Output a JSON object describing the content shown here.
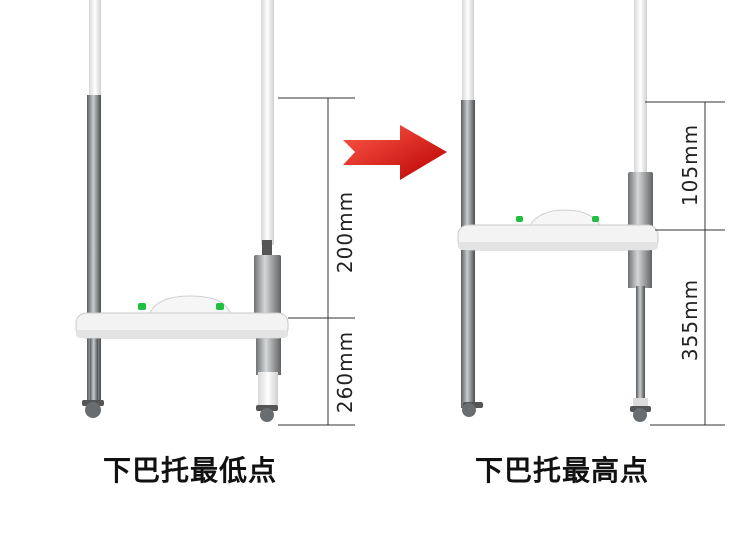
{
  "left_panel": {
    "caption": "下巴托最低点",
    "dim_upper": "200mm",
    "dim_lower": "260mm"
  },
  "right_panel": {
    "caption": "下巴托最高点",
    "dim_upper": "105mm",
    "dim_lower": "355mm"
  },
  "colors": {
    "arrow_red": "#e01010",
    "rod_steel": "#8a8d90",
    "white_part": "#f3f3f3",
    "marker_green": "#1fbf3f"
  },
  "icons": {
    "transition": "right-arrow-icon"
  }
}
